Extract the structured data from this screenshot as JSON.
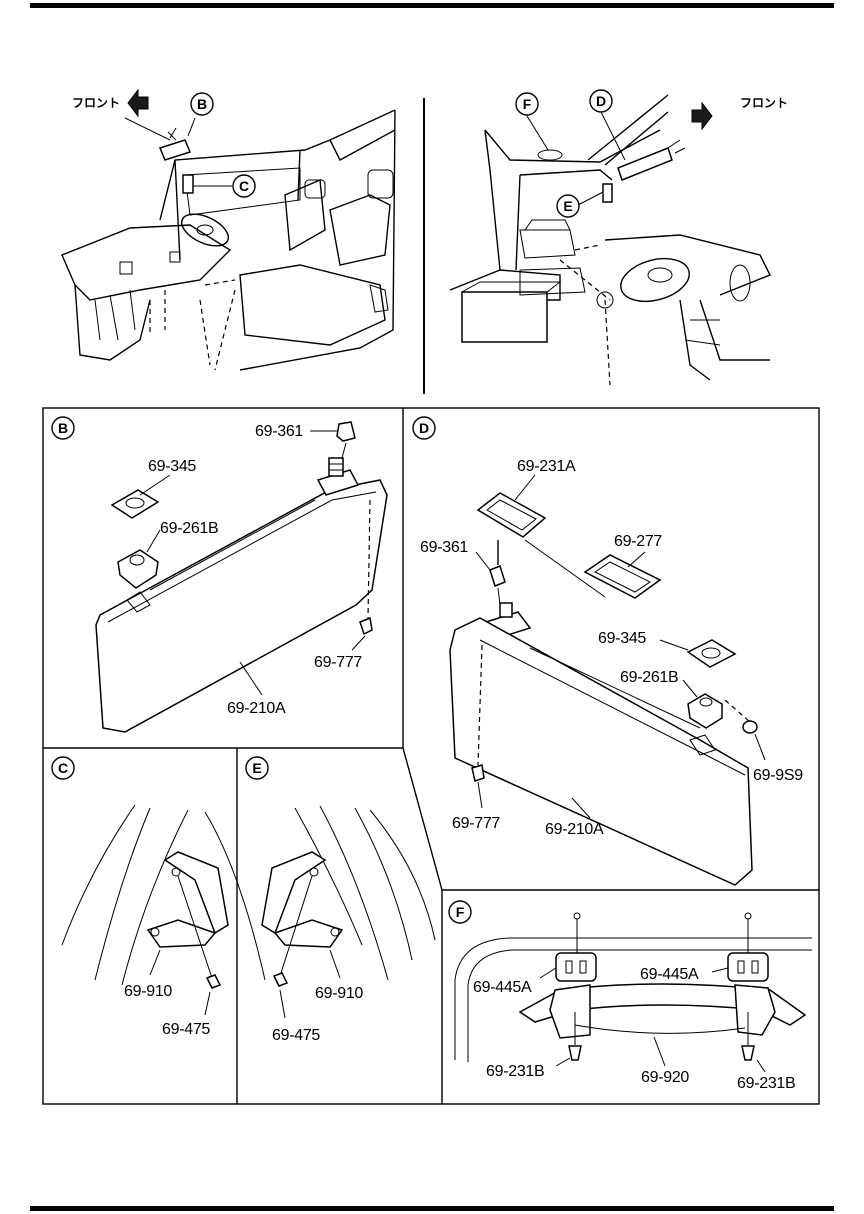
{
  "overview": {
    "front_label_left": "フロント",
    "front_label_right": "フロント"
  },
  "callouts": {
    "B": "B",
    "C": "C",
    "D": "D",
    "E": "E",
    "F": "F"
  },
  "panel_B": {
    "letter": "B",
    "parts": [
      "69-361",
      "69-345",
      "69-261B",
      "69-777",
      "69-210A"
    ]
  },
  "panel_C": {
    "letter": "C",
    "parts": [
      "69-910",
      "69-475"
    ]
  },
  "panel_E": {
    "letter": "E",
    "parts": [
      "69-910",
      "69-475"
    ]
  },
  "panel_D": {
    "letter": "D",
    "parts": [
      "69-231A",
      "69-361",
      "69-277",
      "69-345",
      "69-261B",
      "69-9S9",
      "69-777",
      "69-210A"
    ]
  },
  "panel_F": {
    "letter": "F",
    "parts": [
      "69-445A",
      "69-445A",
      "69-231B",
      "69-920",
      "69-231B"
    ]
  }
}
